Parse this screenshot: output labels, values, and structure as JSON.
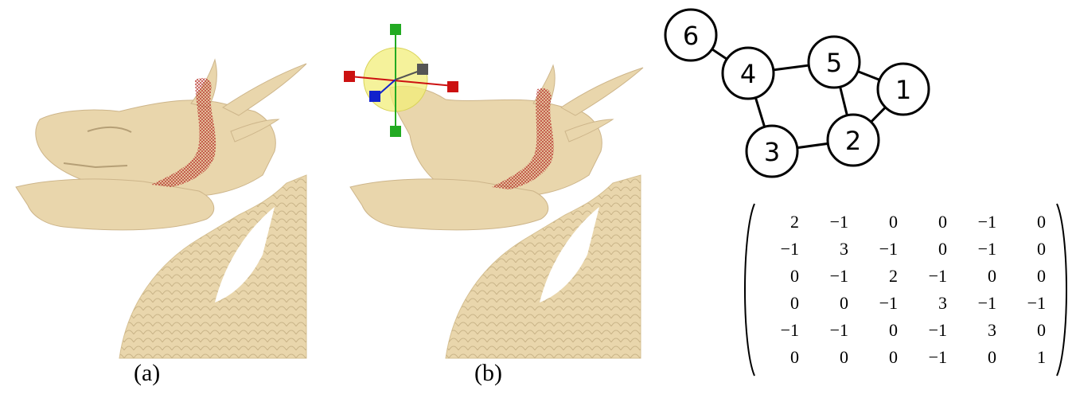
{
  "captions": {
    "a": "(a)",
    "b": "(b)"
  },
  "icons": {
    "panel_a": "dragon-mesh-with-highlighted-region",
    "panel_b": "dragon-mesh-with-transform-gizmo"
  },
  "colors": {
    "dragon": "#e9d6ac",
    "highlight": "#c94a40",
    "gizmo_sphere": "#f2ee7a",
    "axis_x": "#cc1111",
    "axis_y": "#22aa22",
    "axis_z": "#1122cc"
  },
  "graph": {
    "nodes": [
      {
        "id": "n1",
        "label": "1"
      },
      {
        "id": "n2",
        "label": "2"
      },
      {
        "id": "n3",
        "label": "3"
      },
      {
        "id": "n4",
        "label": "4"
      },
      {
        "id": "n5",
        "label": "5"
      },
      {
        "id": "n6",
        "label": "6"
      }
    ],
    "edges": [
      [
        "6",
        "4"
      ],
      [
        "4",
        "5"
      ],
      [
        "4",
        "3"
      ],
      [
        "5",
        "1"
      ],
      [
        "5",
        "2"
      ],
      [
        "1",
        "2"
      ],
      [
        "3",
        "2"
      ]
    ]
  },
  "matrix": {
    "rows": [
      [
        "2",
        "−1",
        "0",
        "0",
        "−1",
        "0"
      ],
      [
        "−1",
        "3",
        "−1",
        "0",
        "−1",
        "0"
      ],
      [
        "0",
        "−1",
        "2",
        "−1",
        "0",
        "0"
      ],
      [
        "0",
        "0",
        "−1",
        "3",
        "−1",
        "−1"
      ],
      [
        "−1",
        "−1",
        "0",
        "−1",
        "3",
        "0"
      ],
      [
        "0",
        "0",
        "0",
        "−1",
        "0",
        "1"
      ]
    ]
  }
}
